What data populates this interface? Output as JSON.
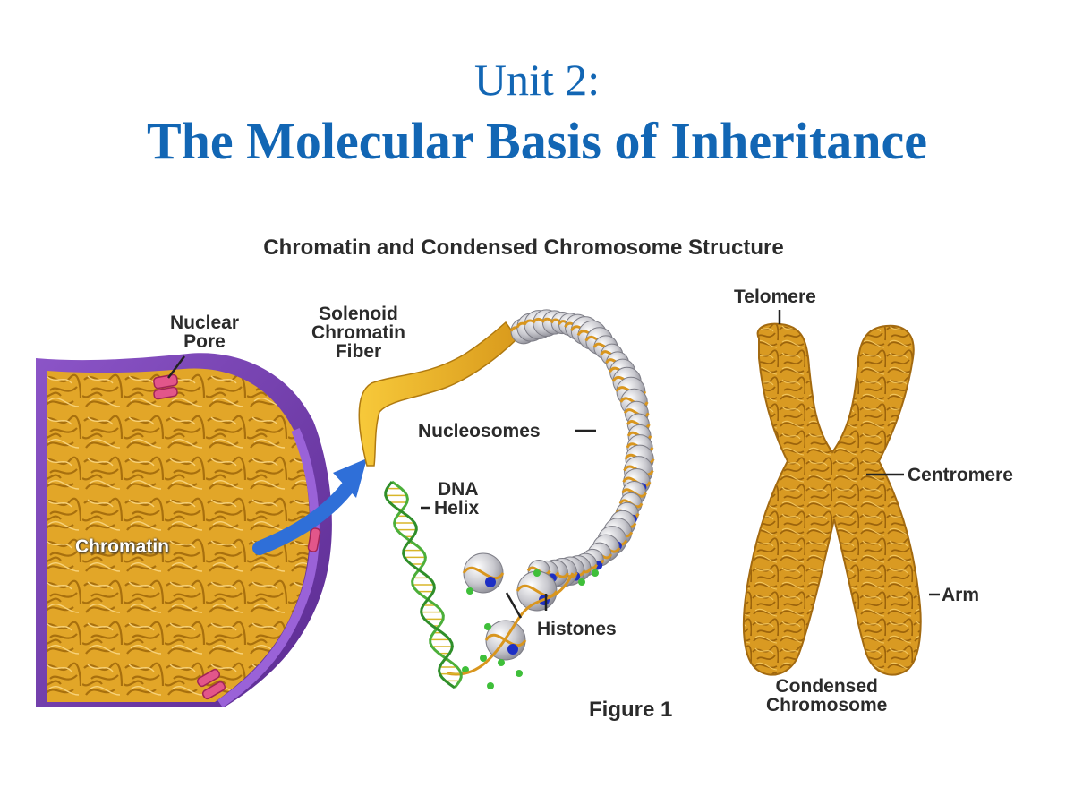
{
  "slide": {
    "unit": "Unit 2:",
    "title": "The Molecular Basis of Inheritance"
  },
  "figure": {
    "title": "Chromatin and Condensed Chromosome Structure",
    "caption": "Figure 1",
    "labels": {
      "nuclear_pore": [
        "Nuclear",
        "Pore"
      ],
      "solenoid": [
        "Solenoid",
        "Chromatin",
        "Fiber"
      ],
      "nucleosomes": "Nucleosomes",
      "dna_helix": [
        "DNA",
        "Helix"
      ],
      "chromatin": "Chromatin",
      "histones": "Histones",
      "telomere": "Telomere",
      "centromere": "Centromere",
      "arm": "Arm",
      "condensed_chromosome": [
        "Condensed",
        "Chromosome"
      ]
    },
    "colors": {
      "title_blue": "#1266b4",
      "chromatin_gold": "#e0a82a",
      "nucleus_purple": "#7a3fb0",
      "arrow_blue": "#2f6fd8",
      "histone_gray": "#c9c9cf",
      "dna_green": "#4caf3a"
    }
  }
}
